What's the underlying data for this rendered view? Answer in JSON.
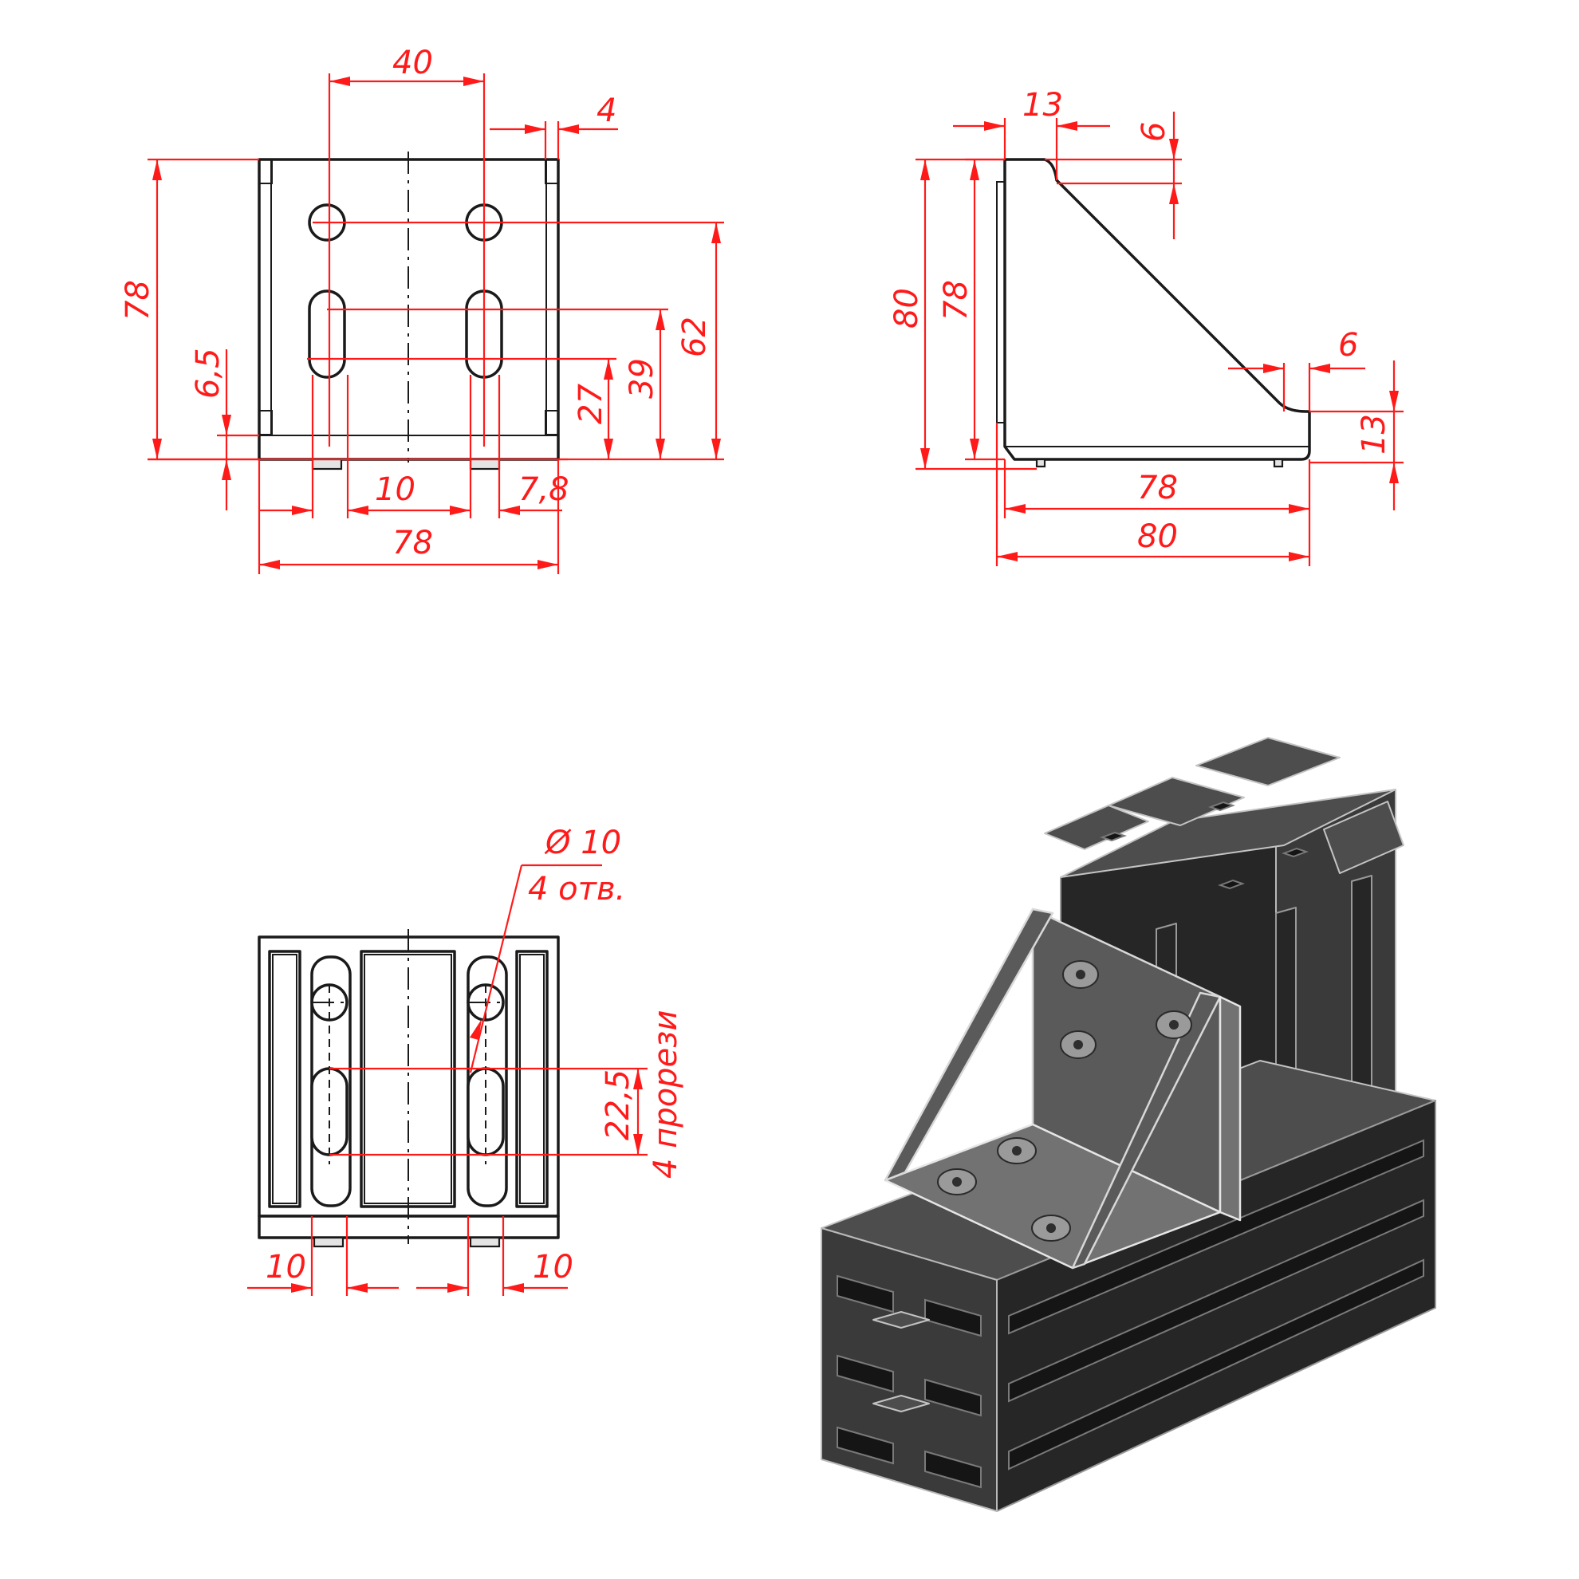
{
  "front_view": {
    "dim_hole_spacing": "40",
    "dim_flange_thickness": "4",
    "dim_height": "78",
    "dim_base_thickness": "6,5",
    "dim_hole_height": "62",
    "dim_slot_top": "39",
    "dim_slot_bottom": "27",
    "dim_slot_offset": "10",
    "dim_slot_right": "7,8",
    "dim_width": "78"
  },
  "side_view": {
    "dim_top_width": "13",
    "dim_top_chamfer": "6",
    "dim_overall_height": "80",
    "dim_inner_height": "78",
    "dim_foot_chamfer": "6",
    "dim_foot_height": "13",
    "dim_inner_length": "78",
    "dim_overall_length": "80"
  },
  "bottom_view": {
    "dim_hole_diameter": "Ø 10",
    "dim_hole_count": "4 отв.",
    "dim_slot_length": "22,5",
    "dim_slot_count": "4 прорези",
    "dim_left_offset": "10",
    "dim_right_offset": "10"
  }
}
